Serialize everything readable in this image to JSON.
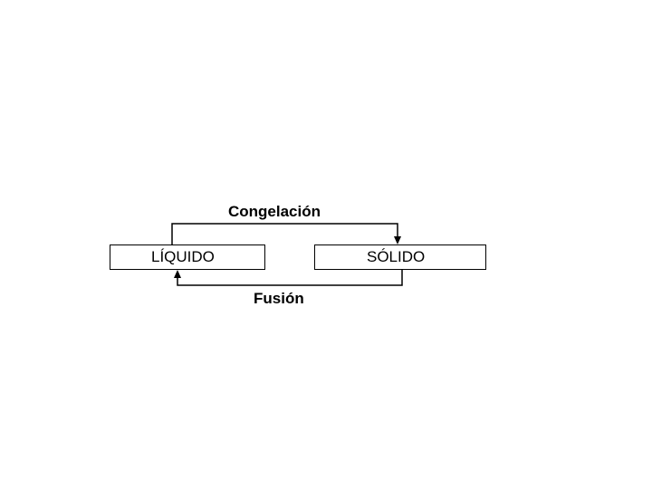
{
  "states": {
    "liquid": "LÍQUIDO",
    "solid": "SÓLIDO"
  },
  "transitions": {
    "freezing": "Congelación",
    "melting": "Fusión"
  },
  "colors": {
    "line": "#000000",
    "background": "#ffffff"
  }
}
